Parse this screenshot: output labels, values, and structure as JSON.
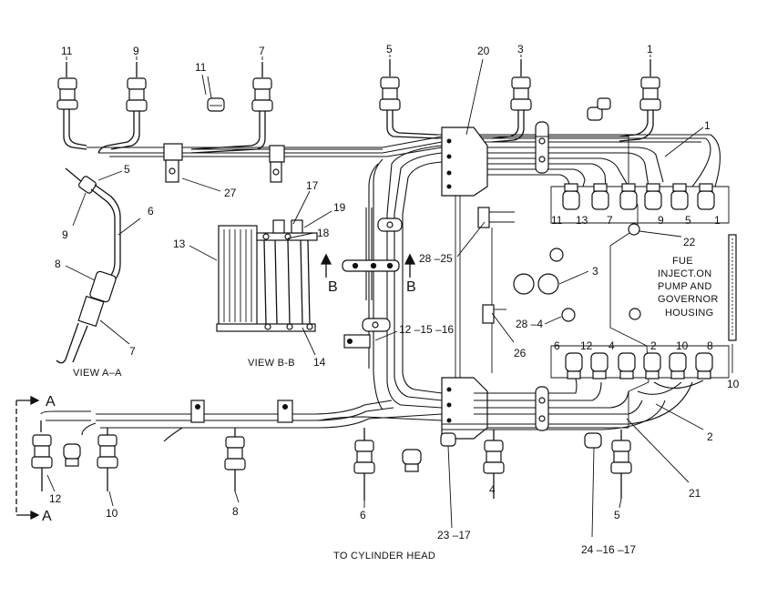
{
  "colors": {
    "ink": "#111111",
    "background": "#ffffff"
  },
  "captions": {
    "view_a": "VIEW  A–A",
    "view_b": "VIEW  B-B",
    "to_cylinder_head": "TO  CYLINDER  HEAD",
    "housing_line1": "FUE",
    "housing_line2": "INJECT.ON",
    "housing_line3": "PUMP  AND",
    "housing_line4": "GOVERNOR",
    "housing_line5": "HOUSING",
    "section_a_top": "A",
    "section_a_bottom": "A",
    "section_b_left": "B",
    "section_b_right": "B"
  },
  "callouts": [
    {
      "id": "c11a",
      "text": "11"
    },
    {
      "id": "c9a",
      "text": "9"
    },
    {
      "id": "c11b",
      "text": "11"
    },
    {
      "id": "c7a",
      "text": "7"
    },
    {
      "id": "c5a",
      "text": "5"
    },
    {
      "id": "c20",
      "text": "20"
    },
    {
      "id": "c3a",
      "text": "3"
    },
    {
      "id": "c1a",
      "text": "1"
    },
    {
      "id": "c1b",
      "text": "1"
    },
    {
      "id": "c5b",
      "text": "5"
    },
    {
      "id": "c9b",
      "text": "9"
    },
    {
      "id": "c6",
      "text": "6"
    },
    {
      "id": "c8a",
      "text": "8"
    },
    {
      "id": "c7b",
      "text": "7"
    },
    {
      "id": "c27",
      "text": "27"
    },
    {
      "id": "c17a",
      "text": "17"
    },
    {
      "id": "c19",
      "text": "19"
    },
    {
      "id": "c18",
      "text": "18"
    },
    {
      "id": "c13",
      "text": "13"
    },
    {
      "id": "c14",
      "text": "14"
    },
    {
      "id": "c28_25",
      "text": "28 –25"
    },
    {
      "id": "c3b",
      "text": "3"
    },
    {
      "id": "c22",
      "text": "22"
    },
    {
      "id": "c28_4",
      "text": "28 –4"
    },
    {
      "id": "c26",
      "text": "26"
    },
    {
      "id": "c12_15_16",
      "text": "12 –15 –16"
    },
    {
      "id": "c10a",
      "text": "10"
    },
    {
      "id": "c2",
      "text": "2"
    },
    {
      "id": "c21",
      "text": "21"
    },
    {
      "id": "c12b",
      "text": "12"
    },
    {
      "id": "c10b",
      "text": "10"
    },
    {
      "id": "c8b",
      "text": "8"
    },
    {
      "id": "c6b",
      "text": "6"
    },
    {
      "id": "c23_17",
      "text": "23 –17"
    },
    {
      "id": "c4",
      "text": "4"
    },
    {
      "id": "c5c",
      "text": "5"
    },
    {
      "id": "c24_16_17",
      "text": "24 –16 –17"
    }
  ],
  "pump_outlets_top": [
    "11",
    "13",
    "7",
    "9",
    "5",
    "1"
  ],
  "pump_outlets_bottom": [
    "6",
    "12",
    "4",
    "2",
    "10",
    "8"
  ]
}
